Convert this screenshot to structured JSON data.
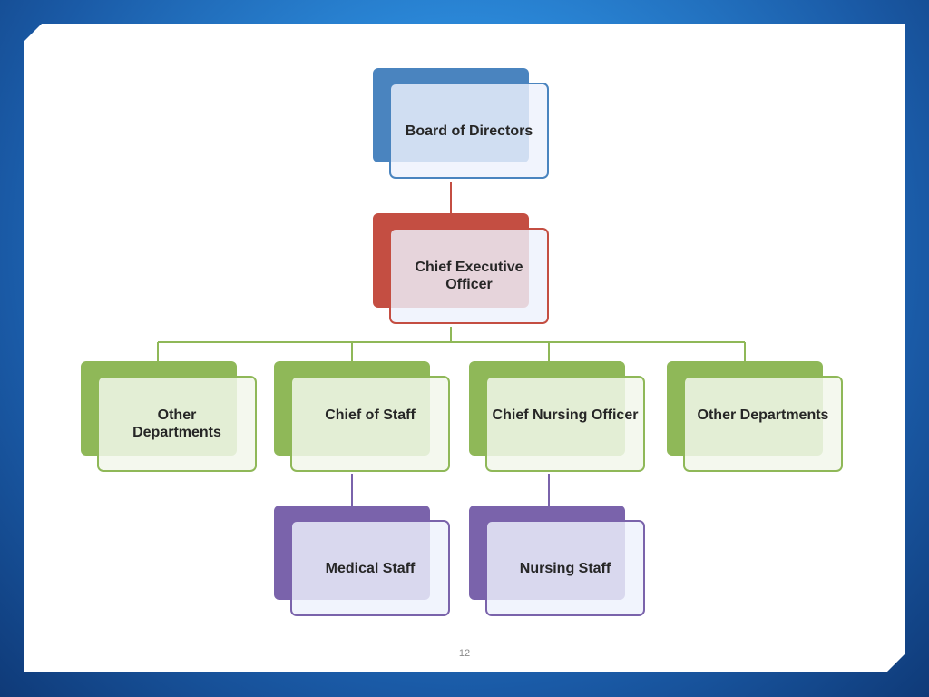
{
  "nodes": {
    "board": "Board of Directors",
    "ceo": "Chief Executive Officer",
    "other_departments_left": "Other Departments",
    "chief_of_staff": "Chief of Staff",
    "chief_nursing_officer": "Chief Nursing Officer",
    "other_departments_right": "Other Departments",
    "medical_staff": "Medical Staff",
    "nursing_staff": "Nursing Staff"
  },
  "colors": {
    "executive_blue": "#4a84bf",
    "ceo_red": "#c44e42",
    "department_green": "#8fb858",
    "staff_purple": "#7a63ab"
  },
  "page_number": "12"
}
